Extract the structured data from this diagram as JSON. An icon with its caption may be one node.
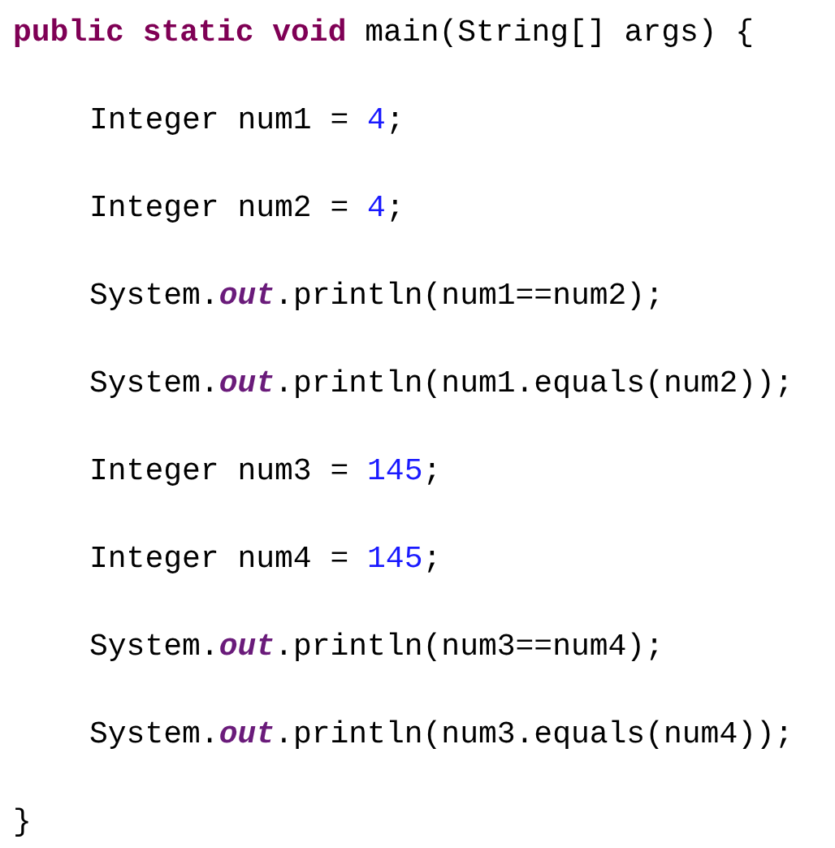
{
  "diagram": {
    "labels": [
      "**public static void** main(String[] args) {",
      "Integer num1 = 4;",
      "Integer num2 = 4;",
      "System.*out*.println(num1==num2);",
      "System.*out*.println(num1.equals(num2));",
      "Integer num3 = 145;",
      "Integer num4 = 145;",
      "System.*out*.println(num3==num4);",
      "System.*out*.println(num3.equals(num4));",
      "}"
    ]
  }
}
